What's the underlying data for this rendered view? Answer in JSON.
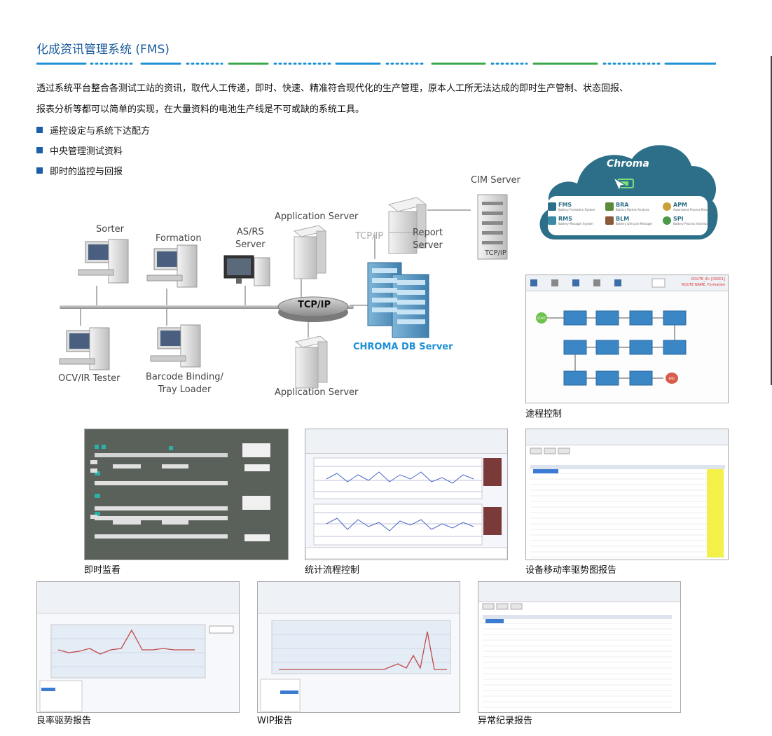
{
  "header": {
    "title": "化成资讯管理系统 (FMS)",
    "paragraph_line1": "透过系统平台整合各测试工站的资讯，取代人工传递，即时、快速、精准符合现代化的生产管理，原本人工所无法达成的即时生产管制、状态回报、",
    "paragraph_line2": "报表分析等都可以简单的实现，在大量资料的电池生产线是不可或缺的系统工具。"
  },
  "bullets": [
    "遥控设定与系统下达配方",
    "中央管理测试资料",
    "即时的监控与回报"
  ],
  "network": {
    "sorter": "Sorter",
    "formation": "Formation",
    "asrs_line1": "AS/RS",
    "asrs_line2": "Server",
    "app_server_top": "Application Server",
    "tcpip_gray": "TCP/IP",
    "report_line1": "Report",
    "report_line2": "Server",
    "cim_server": "CIM Server",
    "tcpip_small": "TCP/IP",
    "tcpip_bus": "TCP/IP",
    "db_server": "CHROMA DB Server",
    "ocv": "OCV/IR Tester",
    "barcode_line1": "Barcode Binding/",
    "barcode_line2": "Tray Loader",
    "app_server_bottom": "Application Server"
  },
  "cloud": {
    "brand": "Chroma",
    "modules": [
      {
        "code": "FMS",
        "sub": "Battery Formation System"
      },
      {
        "code": "BRA",
        "sub": "Battery Retires Analysis"
      },
      {
        "code": "APM",
        "sub": "Automated Process Manager"
      },
      {
        "code": "RMS",
        "sub": "Battery Manager System"
      },
      {
        "code": "BLM",
        "sub": "Battery Lifecycle Manager"
      },
      {
        "code": "SPI",
        "sub": "Battery Process Interface"
      }
    ]
  },
  "flow": {
    "route_id": "ROUTE_ID: [00001]",
    "route_name": "ROUTE NAME: Formation",
    "start": "START",
    "end": "END"
  },
  "captions": {
    "route": "途程控制",
    "monitor": "即时监看",
    "spc": "统计流程控制",
    "mobility": "设备移动率驱势图报告",
    "yield": "良率驱势报告",
    "wip": "WIP报告",
    "abnormal": "异常纪录报告"
  },
  "colors": {
    "title": "#1a5a9a",
    "bullet": "#1b5ea8",
    "db_label": "#1e90d6",
    "cloud": "#2d6f88",
    "teal_ok": "#2bb0a8",
    "yellow_cell": "#f4f04a",
    "flow_box": "#3b86c4",
    "flow_start": "#6cc24a",
    "flow_end": "#d95b4a"
  }
}
